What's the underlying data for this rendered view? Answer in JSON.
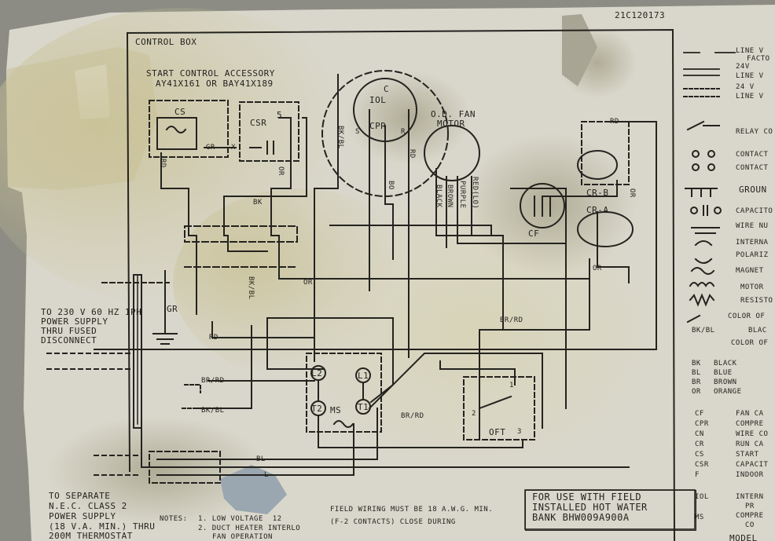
{
  "code": "21C120173",
  "control_box": {
    "title": "CONTROL BOX",
    "accessory_line1": "START CONTROL ACCESSORY",
    "accessory_line2": "AY41X161 OR BAY41X189",
    "cs": "CS",
    "csr": "CSR",
    "csr_terminal": "5"
  },
  "compressor": {
    "cpr": "CPR",
    "iol": "IOL",
    "c": "C",
    "r": "R",
    "s": "S"
  },
  "fan_motor": {
    "line1": "O.D. FAN",
    "line2": "MOTOR"
  },
  "wire_labels": {
    "bk_bl": "BK/BL",
    "rd": "RD",
    "bo": "BO",
    "or": "OR",
    "bk": "BK",
    "x": "X",
    "gr": "GR",
    "black": "BLACK",
    "brown": "BROWN",
    "purple": "PURPLE",
    "red": "RED(LO)",
    "br_rd": "BR/RD",
    "bk_bl_lower": "BK/BL"
  },
  "components": {
    "cf": "CF",
    "cr_b": "CR-B",
    "cr_a": "CR-A",
    "ms": "MS",
    "oft": "OFT",
    "l1": "L1",
    "l2": "L2",
    "t1": "T1",
    "t2": "T2",
    "oft_1": "1",
    "oft_2": "2",
    "oft_3": "3"
  },
  "power_supply": {
    "line1": "TO 230 V 60 HZ 1PH",
    "line2": "POWER SUPPLY",
    "line3": "THRU FUSED",
    "line4": "DISCONNECT",
    "gr": "GR"
  },
  "class2": {
    "line1": "TO SEPARATE",
    "line2": "N.E.C. CLASS 2",
    "line3": "POWER SUPPLY",
    "line4": "(18 V.A. MIN.) THRU",
    "line5": "200M THERMOSTAT",
    "bl": "BL",
    "l": "L"
  },
  "notes": {
    "label": "NOTES:",
    "n1": "1. LOW VOLTAGE  12",
    "n2": "2. DUCT HEATER INTERLO",
    "n2b": "FAN OPERATION",
    "field1": "FIELD WIRING MUST BE 18 A.W.G. MIN.",
    "field2": "(F-2 CONTACTS) CLOSE DURING"
  },
  "hot_water_note": {
    "line1": "FOR USE WITH FIELD",
    "line2": "INSTALLED HOT WATER",
    "line3": "BANK BHW009A900A"
  },
  "legend": {
    "lines": [
      "LINE V",
      "FACTO",
      "24V",
      "LINE V",
      "24 V",
      "LINE V"
    ],
    "symbols": [
      "RELAY CO",
      "CONTACT",
      "CONTACT",
      "GROUN",
      "CAPACITO",
      "WIRE NU",
      "INTERNA",
      "POLARIZ",
      "MAGNET",
      "MOTOR",
      "RESISTO"
    ],
    "color_of": "COLOR OF",
    "bk_bl": "BK/BL",
    "blac": "BLAC",
    "color_of2": "COLOR OF",
    "colors": [
      {
        "code": "BK",
        "name": "BLACK"
      },
      {
        "code": "BL",
        "name": "BLUE"
      },
      {
        "code": "BR",
        "name": "BROWN"
      },
      {
        "code": "OR",
        "name": "ORANGE"
      }
    ],
    "abbrev": [
      {
        "code": "CF",
        "name": "FAN CA"
      },
      {
        "code": "CPR",
        "name": "COMPRE"
      },
      {
        "code": "CN",
        "name": "WIRE CO"
      },
      {
        "code": "CR",
        "name": "RUN CA"
      },
      {
        "code": "CS",
        "name": "START"
      },
      {
        "code": "CSR",
        "name": "CAPACIT"
      },
      {
        "code": "F",
        "name": "INDOOR"
      },
      {
        "code": "IOL",
        "name": "INTERN"
      },
      {
        "code": "",
        "name": "PR"
      },
      {
        "code": "MS",
        "name": "COMPRE"
      },
      {
        "code": "",
        "name": "CO"
      }
    ],
    "model": "MODEL"
  }
}
